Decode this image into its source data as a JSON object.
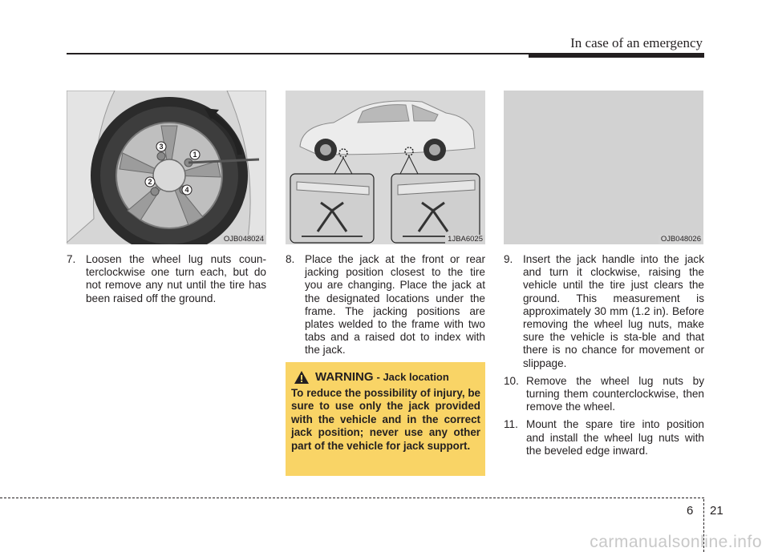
{
  "header": {
    "section_title": "In case of an emergency"
  },
  "figures": [
    {
      "code": "OJB048024",
      "lug_numbers": [
        "1",
        "2",
        "3",
        "4"
      ]
    },
    {
      "code": "1JBA6025"
    },
    {
      "code": "OJB048026"
    }
  ],
  "steps": {
    "step7": {
      "num": "7.",
      "text": "Loosen the wheel lug nuts coun-terclockwise one turn each, but do not remove any nut until the tire has been raised off the ground."
    },
    "step8": {
      "num": "8.",
      "text": "Place the jack at the front or rear jacking position closest to the tire you are changing. Place the jack at the designated locations under the frame. The jacking positions are plates welded to the frame with two tabs and a raised dot to index with the jack."
    },
    "step9": {
      "num": "9.",
      "text": "Insert the jack handle into the jack and turn it clockwise, raising the vehicle until the tire just clears the ground. This measurement is approximately  30 mm (1.2 in). Before removing the wheel lug nuts, make sure the vehicle is sta-ble and that there is no chance for movement or slippage."
    },
    "step10": {
      "num": "10.",
      "text": "Remove the wheel lug nuts by turning them counterclockwise, then remove the wheel."
    },
    "step11": {
      "num": "11.",
      "text": "Mount the spare tire into position and install the wheel lug nuts with the beveled edge inward."
    }
  },
  "warning": {
    "title": "WARNING",
    "subtitle": "- Jack location",
    "text": "To reduce the possibility of injury, be sure to use only the jack provided with the vehicle and in the correct jack position; never use any other part of the vehicle for jack support."
  },
  "footer": {
    "chapter": "6",
    "page": "21"
  },
  "watermark": "carmanualsonline.info",
  "colors": {
    "warning_bg": "#f9d466",
    "figure_bg": "#d4d4d4",
    "text": "#231f20"
  }
}
